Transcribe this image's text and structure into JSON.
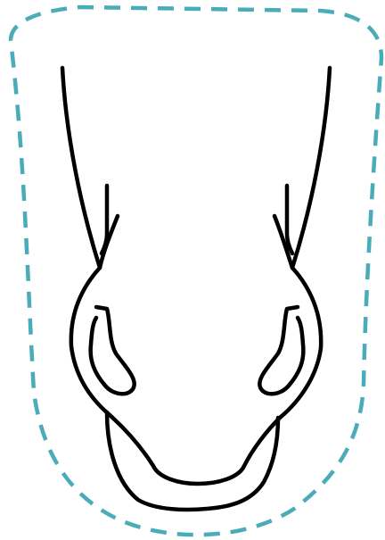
{
  "diagram": {
    "colors": {
      "outline": "#000000",
      "dashed_border": "#4aacb8",
      "background": "#ffffff"
    },
    "elements": [
      "dashed-boundary",
      "left-outer-contour",
      "right-outer-contour",
      "left-inner-stub",
      "right-inner-stub",
      "left-nostril",
      "right-nostril",
      "muzzle-bottom-band"
    ]
  }
}
